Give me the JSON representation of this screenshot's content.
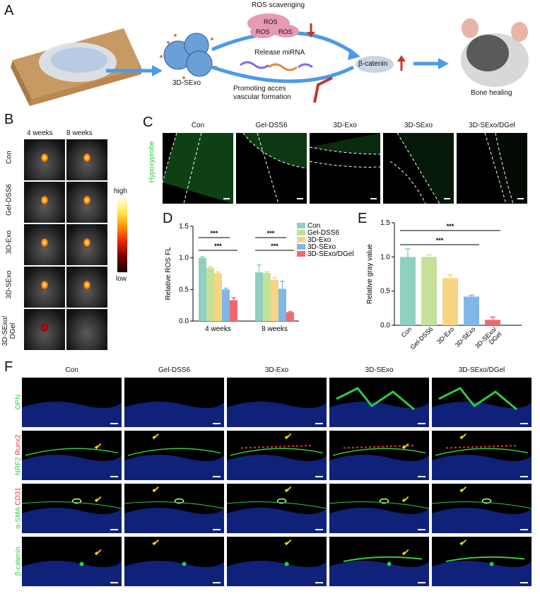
{
  "panel_labels": {
    "a": "A",
    "b": "B",
    "c": "C",
    "d": "D",
    "e": "E",
    "f": "F"
  },
  "panel_a": {
    "ros_scavenging": "ROS scavenging",
    "ros": "ROS",
    "release_mirna": "Release miRNA",
    "promoting_1": "Promoting acces",
    "promoting_2": "vascular formation",
    "beta_catenin": "β-catenin",
    "sexo": "3D-SExo",
    "bone_healing": "Bone healing"
  },
  "panel_b": {
    "col_headers": [
      "4 weeks",
      "8 weeks"
    ],
    "row_labels": [
      "Con",
      "Gel-DSS6",
      "3D-Exo",
      "3D-SExo",
      "3D-SExo/\nDGel"
    ],
    "colorbar_high": "high",
    "colorbar_low": "low"
  },
  "panel_c": {
    "headers": [
      "Con",
      "Gel-DSS6",
      "3D-Exo",
      "3D-SExo",
      "3D-SExo/DGel"
    ],
    "row_label": "Hypoxyprobe"
  },
  "panel_f": {
    "headers": [
      "Con",
      "Gel-DSS6",
      "3D-Exo",
      "3D-SExo",
      "3D-SExo/DGel"
    ],
    "row_labels": [
      {
        "green": "OPN",
        "red": ""
      },
      {
        "green": "NRF2",
        "red": "Runx2"
      },
      {
        "green": "α-SMA",
        "red": "CD31"
      },
      {
        "green": "β-catenin",
        "red": ""
      }
    ]
  },
  "colors": {
    "con": "#8fd0c0",
    "gel": "#c6e09a",
    "exo": "#f7d585",
    "sexo": "#7fb8e6",
    "dgel": "#ef6b6b",
    "green": "#2ecc40",
    "red": "#e8302a"
  },
  "chart_data": [
    {
      "type": "bar",
      "panel": "D",
      "ylabel": "Relative ROS FL",
      "ylim": [
        0,
        1.5
      ],
      "yticks": [
        "0.0",
        "0.5",
        "1.0",
        "1.5"
      ],
      "categories": [
        "4 weeks",
        "8 weeks"
      ],
      "series": [
        {
          "name": "Con",
          "values": [
            1.0,
            0.77
          ],
          "errors": [
            0.02,
            0.12
          ]
        },
        {
          "name": "Gel-DSS6",
          "values": [
            0.84,
            0.76
          ],
          "errors": [
            0.02,
            0.02
          ]
        },
        {
          "name": "3D-Exo",
          "values": [
            0.76,
            0.65
          ],
          "errors": [
            0.02,
            0.04
          ]
        },
        {
          "name": "3D-SExo",
          "values": [
            0.5,
            0.51
          ],
          "errors": [
            0.02,
            0.12
          ]
        },
        {
          "name": "3D-SExo/DGel",
          "values": [
            0.33,
            0.14
          ],
          "errors": [
            0.04,
            0.01
          ]
        }
      ],
      "significance": [
        "***",
        "***",
        "***",
        "***"
      ],
      "legend": "top-right"
    },
    {
      "type": "bar",
      "panel": "E",
      "ylabel": "Relative gray value",
      "ylim": [
        0,
        1.5
      ],
      "yticks": [
        "0.0",
        "0.5",
        "1.0",
        "1.5"
      ],
      "categories": [
        "Con",
        "Gel-DSS6",
        "3D-Exo",
        "3D-SExo",
        "3D-SExo/\nDGel"
      ],
      "values": [
        1.0,
        1.0,
        0.69,
        0.42,
        0.08
      ],
      "errors": [
        0.12,
        0.03,
        0.05,
        0.02,
        0.04
      ],
      "significance": [
        "***",
        "***"
      ]
    }
  ]
}
